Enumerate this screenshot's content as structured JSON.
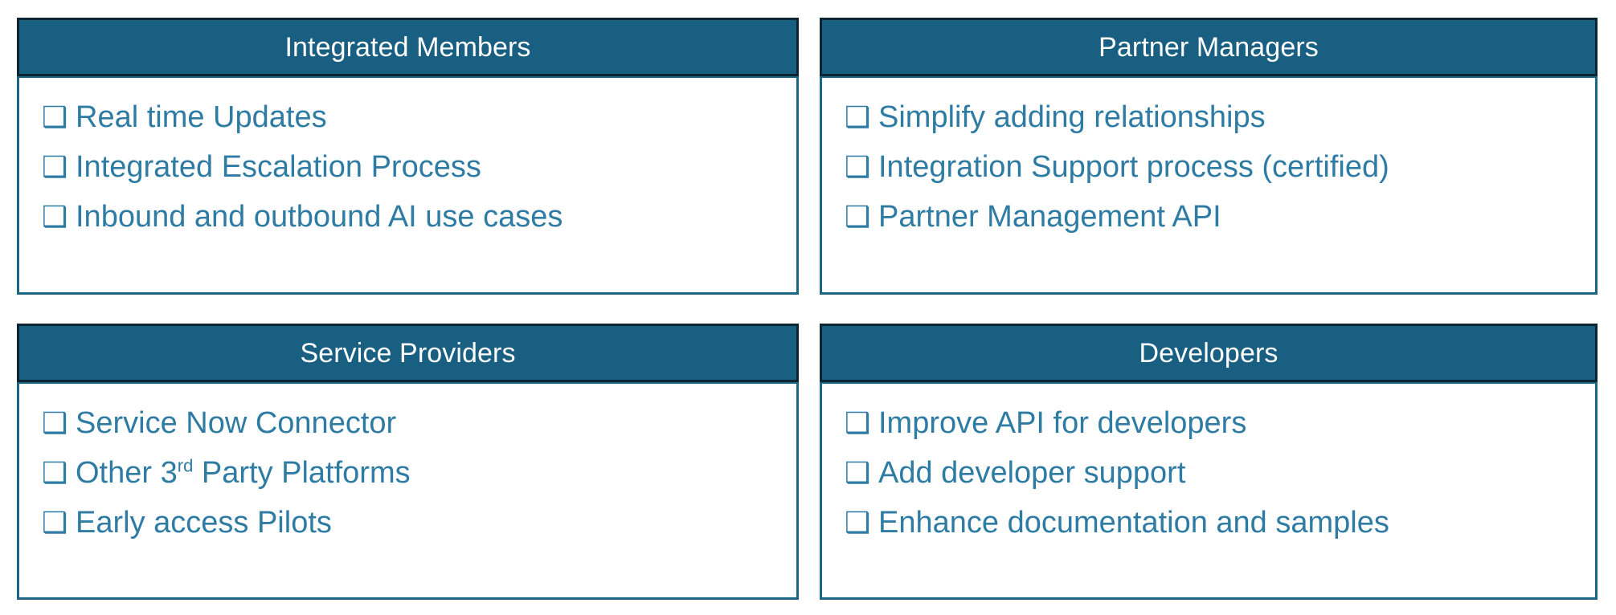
{
  "panels": [
    {
      "id": "integrated-members",
      "title": "Integrated Members",
      "items": [
        {
          "label": "Real time Updates"
        },
        {
          "label": "Integrated Escalation Process"
        },
        {
          "label": "Inbound and outbound AI use cases"
        }
      ]
    },
    {
      "id": "partner-managers",
      "title": "Partner Managers",
      "items": [
        {
          "label": "Simplify adding relationships"
        },
        {
          "label": "Integration Support process (certified)"
        },
        {
          "label": "Partner Management API"
        }
      ]
    },
    {
      "id": "service-providers",
      "title": "Service Providers",
      "items": [
        {
          "label": "Service Now Connector"
        },
        {
          "label_prefix": "Other 3",
          "label_sup": "rd",
          "label_suffix": " Party Platforms",
          "label": "Other 3rd Party Platforms"
        },
        {
          "label": "Early access Pilots"
        }
      ]
    },
    {
      "id": "developers",
      "title": "Developers",
      "items": [
        {
          "label": "Improve API for developers"
        },
        {
          "label": "Add developer support"
        },
        {
          "label": "Enhance documentation and samples"
        }
      ]
    }
  ],
  "icons": {
    "checkbox_glyph": "❑",
    "checkbox_name": "empty-checkbox-icon"
  },
  "colors": {
    "header_fill": "#185F82",
    "header_border": "#0D2433",
    "body_border": "#1A6683",
    "header_text": "#FFFFFF",
    "item_text": "#2E7BA3",
    "page_background": "#FFFFFF"
  }
}
